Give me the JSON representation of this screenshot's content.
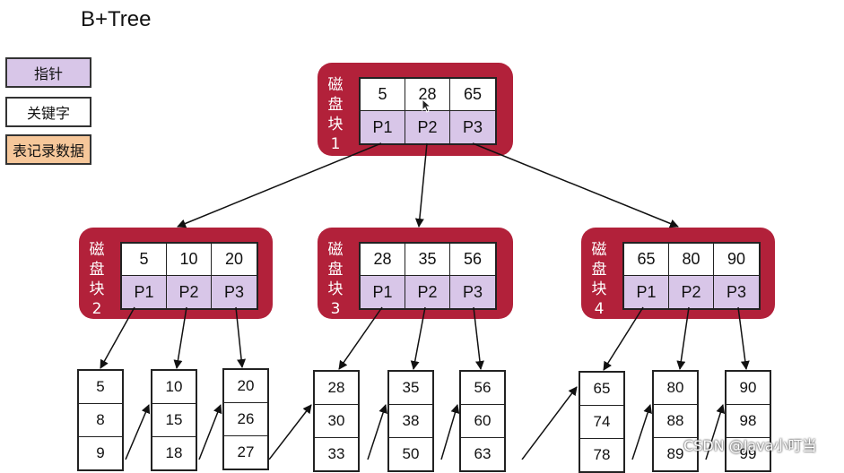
{
  "title": "B+Tree",
  "legend": {
    "pointer": "指针",
    "key": "关键字",
    "data": "表记录数据"
  },
  "colors": {
    "disk": "#b2213a",
    "pointer_cell": "#d8c6e8",
    "data_legend": "#f6c79a"
  },
  "disks": [
    {
      "label": [
        "磁",
        "盘",
        "块",
        "1"
      ],
      "keys": [
        "5",
        "28",
        "65"
      ],
      "pointers": [
        "P1",
        "P2",
        "P3"
      ]
    },
    {
      "label": [
        "磁",
        "盘",
        "块",
        "2"
      ],
      "keys": [
        "5",
        "10",
        "20"
      ],
      "pointers": [
        "P1",
        "P2",
        "P3"
      ]
    },
    {
      "label": [
        "磁",
        "盘",
        "块",
        "3"
      ],
      "keys": [
        "28",
        "35",
        "56"
      ],
      "pointers": [
        "P1",
        "P2",
        "P3"
      ]
    },
    {
      "label": [
        "磁",
        "盘",
        "块",
        "4"
      ],
      "keys": [
        "65",
        "80",
        "90"
      ],
      "pointers": [
        "P1",
        "P2",
        "P3"
      ]
    }
  ],
  "leaves": [
    [
      "5",
      "8",
      "9"
    ],
    [
      "10",
      "15",
      "18"
    ],
    [
      "20",
      "26",
      "27"
    ],
    [
      "28",
      "30",
      "33"
    ],
    [
      "35",
      "38",
      "50"
    ],
    [
      "56",
      "60",
      "63"
    ],
    [
      "65",
      "74",
      "78"
    ],
    [
      "80",
      "88",
      "89"
    ],
    [
      "90",
      "98",
      "99"
    ]
  ],
  "watermark": "CSDN @Java小叮当"
}
